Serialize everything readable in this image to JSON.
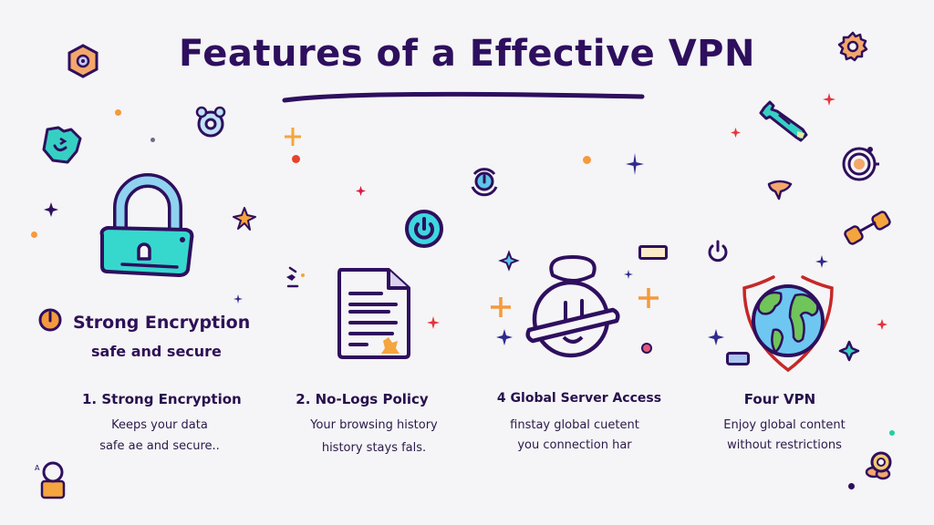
{
  "title": "Features of a Effective VPN",
  "headline": {
    "title": "Strong Encryption",
    "subtitle": "safe and secure"
  },
  "features": [
    {
      "number": "1.",
      "title": "1. Strong Encryption",
      "lines": [
        "Keeps your data",
        "safe ae and secure.."
      ],
      "icon": "padlock-icon"
    },
    {
      "number": "2.",
      "title": "2. No-Logs Policy",
      "lines": [
        "Your browsing history",
        "history stays fals."
      ],
      "icon": "document-icon"
    },
    {
      "number": "4",
      "title": "4  Global Server Access",
      "lines": [
        "finstay global cuetent",
        "you connection har"
      ],
      "icon": "globe-robot-icon"
    },
    {
      "number": "",
      "title": "Four VPN",
      "lines": [
        "Enjoy global content",
        "without restrictions"
      ],
      "icon": "globe-shield-icon"
    }
  ],
  "colors": {
    "background": "#f5f4f6",
    "ink": "#2e0f5e",
    "teal": "#3ed6cf",
    "light_blue": "#8fd3f0",
    "orange": "#f59a3c",
    "red": "#e5343b",
    "green": "#6fc45a"
  }
}
